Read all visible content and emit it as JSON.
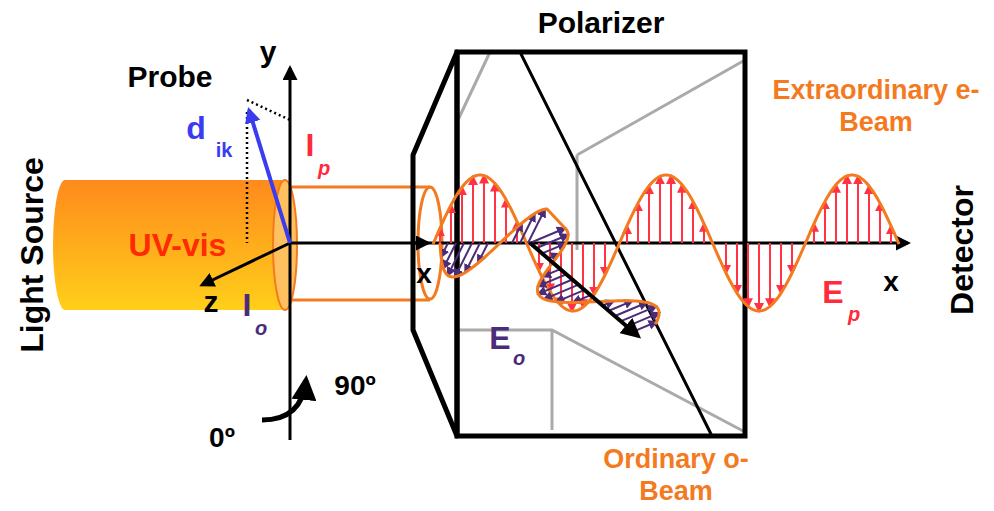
{
  "diagram": {
    "nodes": [
      {
        "text": [
          "UV-vis"
        ]
      },
      {
        "text": [
          "Polarizer"
        ]
      }
    ],
    "labels": [
      "Probe",
      "y",
      "d",
      "ik",
      "I",
      "p",
      "x",
      "z",
      "I",
      "o",
      "90º",
      "0º",
      "E",
      "o",
      "E",
      "p",
      "x",
      "Light Source",
      "Detector",
      "Extraordinary e-Beam",
      "Ordinary o-Beam"
    ]
  }
}
